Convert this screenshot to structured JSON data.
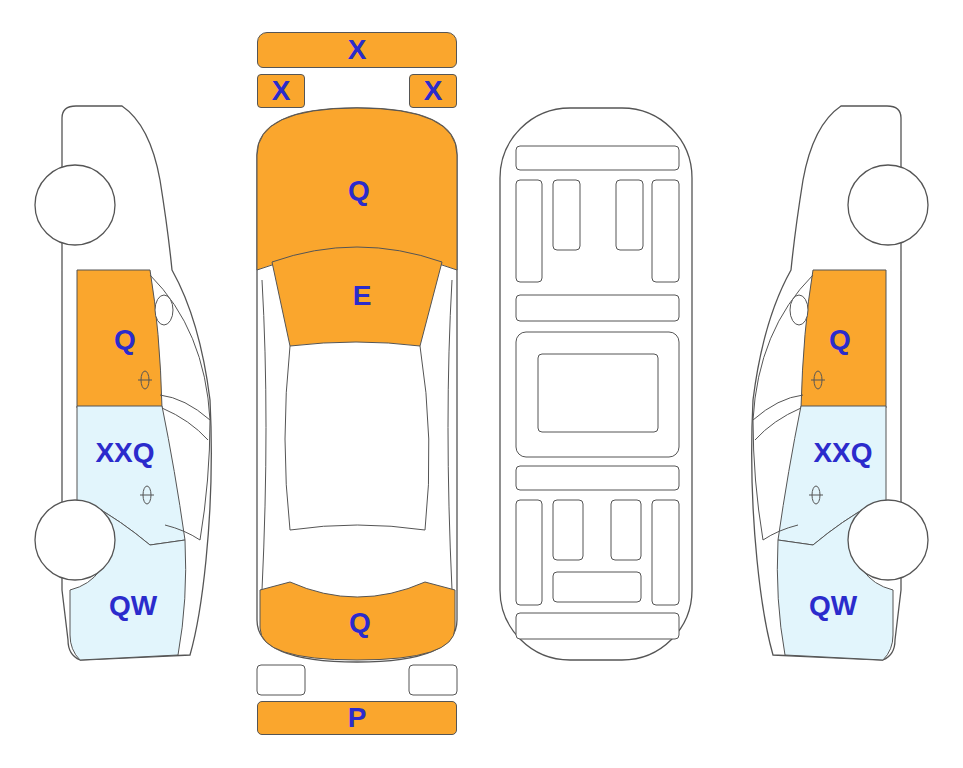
{
  "diagram": {
    "nodes": [
      {
        "text": [
          "X"
        ]
      },
      {
        "text": [
          "X"
        ]
      },
      {
        "text": [
          "X"
        ]
      },
      {
        "text": [
          "Q"
        ]
      },
      {
        "text": [
          "E"
        ]
      },
      {
        "text": [
          "Q"
        ]
      },
      {
        "text": [
          "P"
        ]
      },
      {
        "text": [
          "Q"
        ]
      },
      {
        "text": [
          "XXQ"
        ]
      },
      {
        "text": [
          "QW"
        ]
      },
      {
        "text": [
          "Q"
        ]
      },
      {
        "text": [
          "XXQ"
        ]
      },
      {
        "text": [
          "QW"
        ]
      }
    ]
  }
}
